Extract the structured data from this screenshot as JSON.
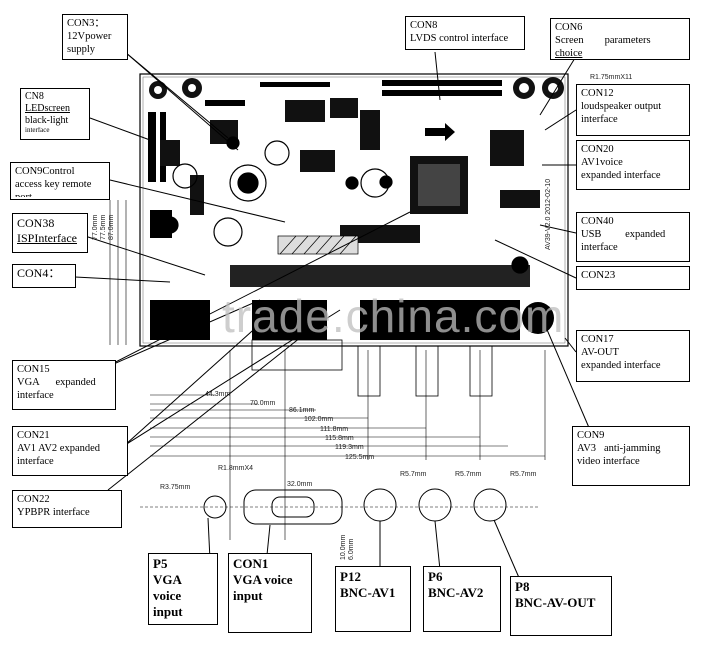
{
  "callouts": {
    "con3": {
      "name": "CON3：",
      "desc": "12Vpower supply"
    },
    "con8_top": {
      "name": "CON8",
      "desc": "LVDS control interface"
    },
    "con6": {
      "name": "CON6",
      "desc_a": "Screen",
      "desc_b": "parameters",
      "desc_c": "choice"
    },
    "con8_led": {
      "name": "CN8",
      "desc_a": "LEDscreen",
      "desc_b": "black-light",
      "desc_c": "interface"
    },
    "con9_ctrl": {
      "name": "CON9Control",
      "desc": "access key remote",
      "desc_c": "port"
    },
    "con38": {
      "name": "CON38",
      "desc": "ISPInterface"
    },
    "con4": {
      "name": "CON4："
    },
    "con15": {
      "name": "CON15",
      "desc_a": "VGA",
      "desc_b": "expanded",
      "desc_c": "interface"
    },
    "con21": {
      "name": "CON21",
      "desc": "AV1 AV2 expanded",
      "desc_c": "interface"
    },
    "con22": {
      "name": "CON22",
      "desc": "YPBPR interface"
    },
    "con12": {
      "name": "CON12",
      "desc": "loudspeaker output",
      "desc_c": "interface"
    },
    "con20": {
      "name": "CON20",
      "desc": "AV1voice",
      "desc_c": "expanded interface"
    },
    "con40": {
      "name": "CON40",
      "desc_a": "USB",
      "desc_b": "expanded",
      "desc_c": "interface"
    },
    "con23": {
      "name": "CON23"
    },
    "con17": {
      "name": "CON17",
      "desc": "AV-OUT",
      "desc_c": "expanded interface"
    },
    "con9_av3": {
      "name": "CON9",
      "desc_a": "AV3",
      "desc_b": "anti-jamming",
      "desc_c": "video interface"
    },
    "p5": {
      "name": "P5",
      "l1": "VGA",
      "l2": "voice",
      "l3": "input"
    },
    "con1": {
      "name": "CON1",
      "l1": "VGA voice",
      "l2": "input"
    },
    "p12": {
      "name": "P12",
      "l1": "BNC-AV1"
    },
    "p6": {
      "name": "P6",
      "l1": "BNC-AV2"
    },
    "p8": {
      "name": "P8",
      "l1": "BNC-AV-OUT"
    }
  },
  "dimensions": {
    "d1": "70.0mm",
    "d2": "86.1mm",
    "d3": "102.0mm",
    "d4": "111.8mm",
    "d5": "115.8mm",
    "d6": "119.3mm",
    "d7": "125.5mm",
    "d8": "44.3mm",
    "r_a": "R1.8mmX4",
    "r_b": "R3.75mm",
    "r_c": "32.0mm",
    "r_d": "R5.7mm",
    "r_e": "R5.7mm",
    "r_f": "R5.7mm",
    "side_a": "77.0mm",
    "side_b": "77.5mm",
    "side_c": "87.0mm",
    "top_r": "R1.75mmX11",
    "board_id": "AV39-V2.0 2012-02-10",
    "v1": "10.0mm",
    "v2": "6.0mm"
  },
  "watermark": "trade.china.com"
}
